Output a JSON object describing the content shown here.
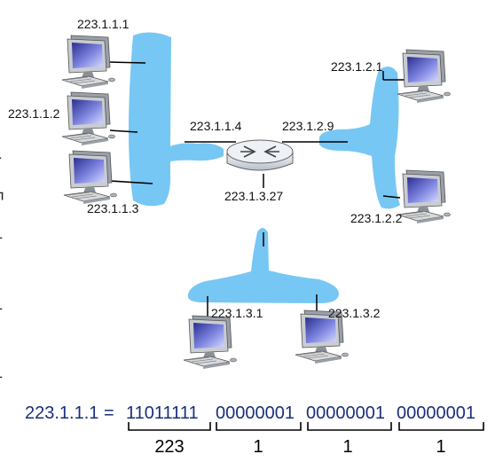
{
  "colors": {
    "subnet_fill": "#77c7f5",
    "link_line": "#000000",
    "router_body": "#dfe3ea",
    "router_top": "#eef1f6",
    "binary_text": "#1a2f7a"
  },
  "interfaces": {
    "host_a1": "223.1.1.1",
    "host_a2": "223.1.1.2",
    "host_a3": "223.1.1.3",
    "router_a": "223.1.1.4",
    "router_b": "223.1.2.9",
    "router_c": "223.1.3.27",
    "host_b1": "223.1.2.1",
    "host_b2": "223.1.2.2",
    "host_c1": "223.1.3.1",
    "host_c2": "223.1.3.2"
  },
  "icons": {
    "router": "router-icon",
    "host": "desktop-computer-icon"
  },
  "edge_fragments": [
    "-",
    "ㄱ",
    "ㅏ",
    "ㅏ",
    "ㅏ"
  ],
  "binary": {
    "prefix": "223.1.1.1 = ",
    "octets": [
      "11011111",
      "00000001",
      "00000001",
      "00000001"
    ],
    "decimals": [
      "223",
      "1",
      "1",
      "1"
    ]
  }
}
